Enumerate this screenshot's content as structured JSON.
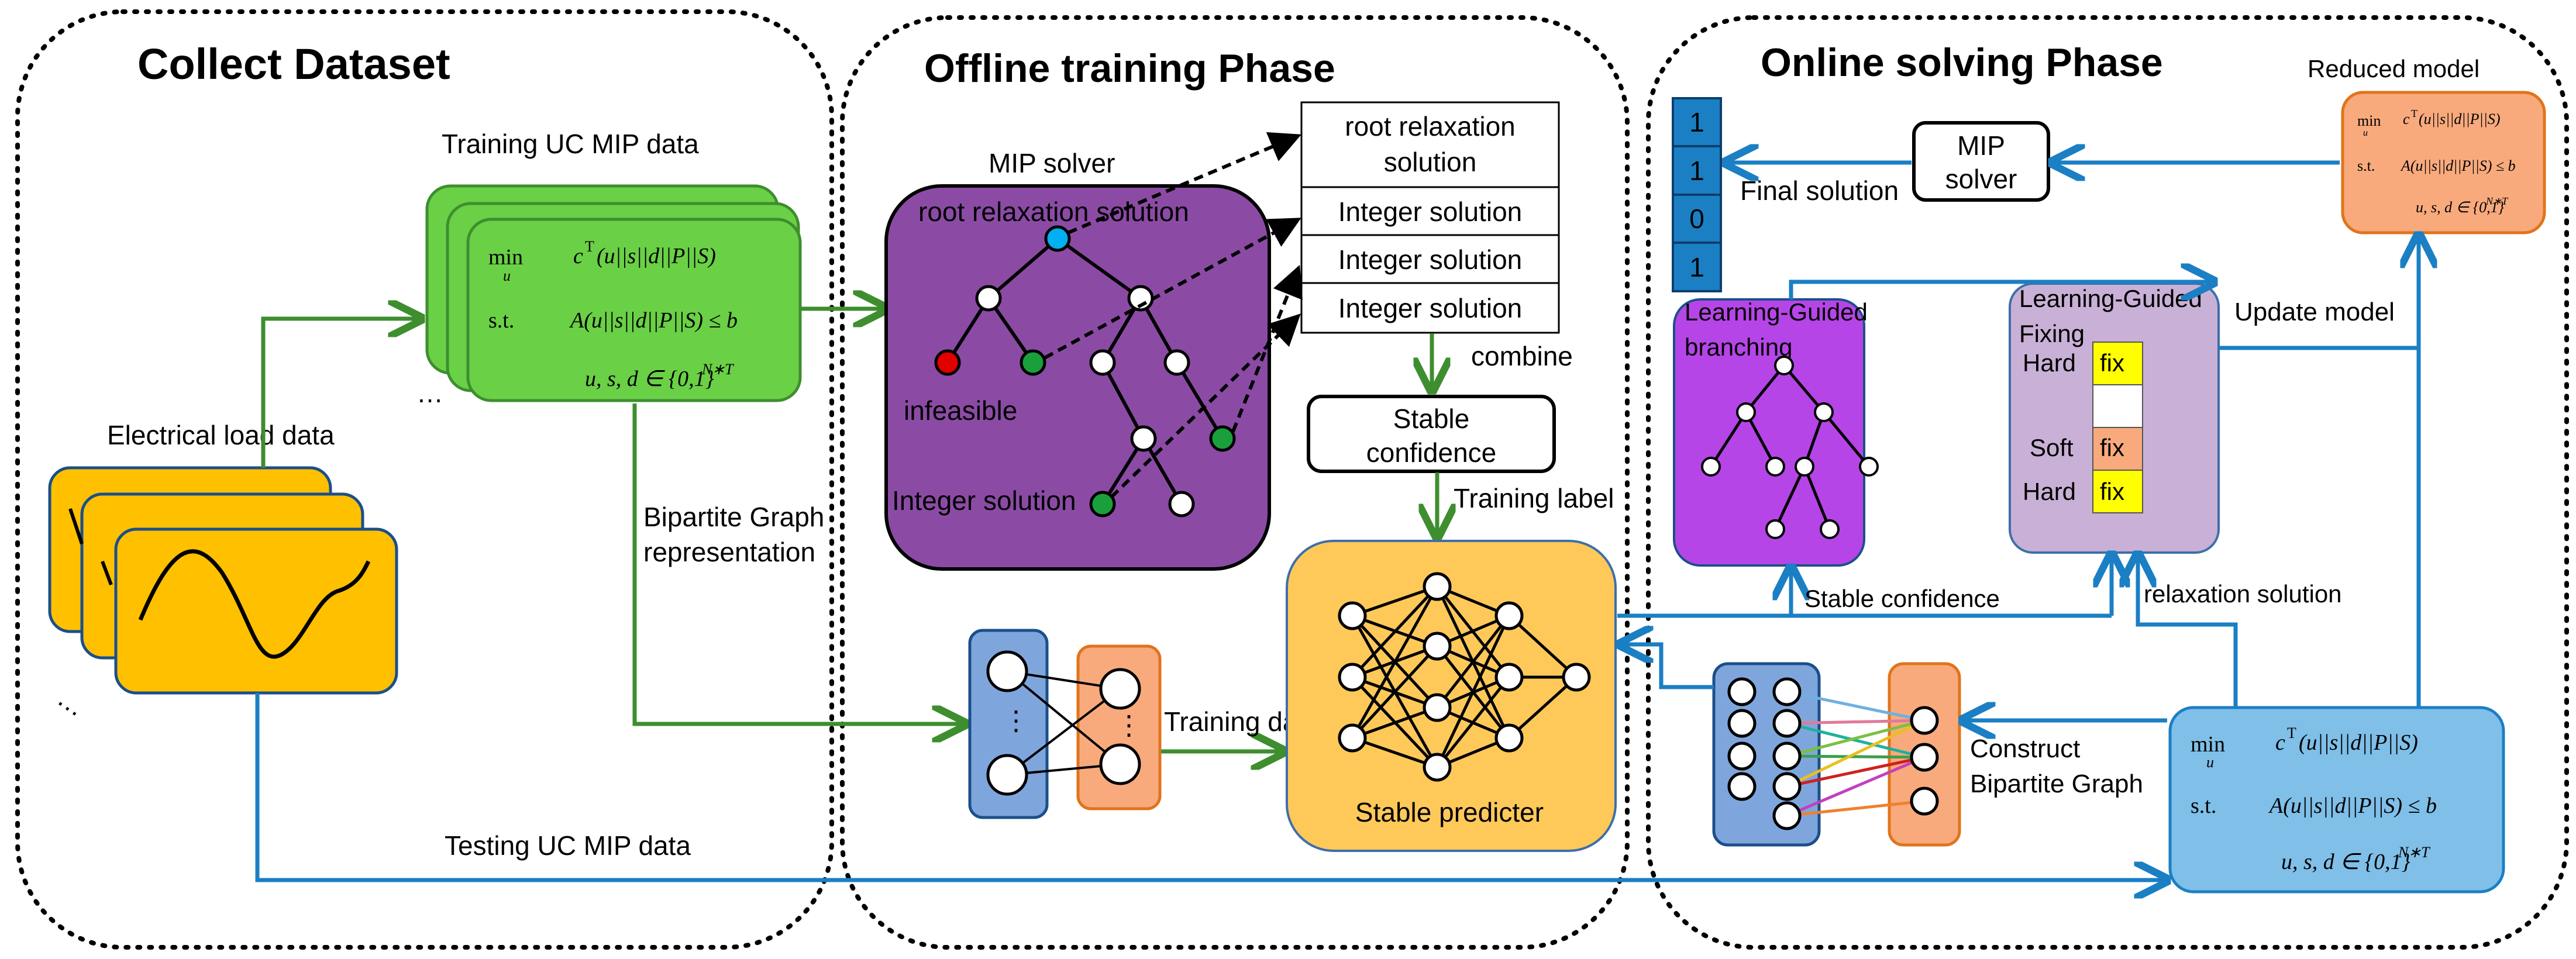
{
  "colors": {
    "green": "#3e8e2f",
    "blue": "#1b7fc4",
    "purple": "#8b4ba5",
    "orange_box": "#f8aa7d",
    "yellow": "#ffc000",
    "lightgreen": "#6ad046",
    "lightblue": "#7fbfe8",
    "magenta": "#b645e8",
    "lilac": "#c9b0d6",
    "node_blue": "#00b0f0",
    "node_red": "#e00000",
    "node_green": "#19a03c"
  },
  "sections": {
    "collect": "Collect Dataset",
    "offline": "Offline training Phase",
    "online": "Online solving Phase"
  },
  "collect": {
    "training_label": "Training UC MIP data",
    "electrical_label": "Electrical load data",
    "bipartite_label_1": "Bipartite Graph",
    "bipartite_label_2": "representation",
    "testing_label": "Testing UC MIP data",
    "ellipsis": "…"
  },
  "formula": {
    "min": "min",
    "min_sub": "u",
    "objective_c": "c",
    "objective_t": "T",
    "objective_args": "(u||s||d||P||S)",
    "st": "s.t.",
    "constraint": "A(u||s||d||P||S) ≤ b",
    "domain": "u, s, d ∈ {0,1}",
    "domain_sup": "N∗T"
  },
  "offline": {
    "mip_solver_label": "MIP solver",
    "root_relaxation_label": "root relaxation solution",
    "infeasible_label": "infeasible",
    "integer_solution_label": "Integer solution",
    "table_rows": [
      "root relaxation",
      "solution",
      "Integer solution",
      "Integer solution",
      "Integer solution"
    ],
    "combine_label": "combine",
    "stable_confidence_1": "Stable",
    "stable_confidence_2": "confidence",
    "training_label_text": "Training label",
    "training_data_label": "Training data",
    "stable_predicter_label": "Stable predicter",
    "vdots": "⋮"
  },
  "online": {
    "reduced_model_label": "Reduced model",
    "mip_solver_1": "MIP",
    "mip_solver_2": "solver",
    "final_solution_label": "Final solution",
    "solution_bits": [
      "1",
      "1",
      "0",
      "1"
    ],
    "lg_branching_1": "Learning-Guided",
    "lg_branching_2": "branching",
    "lg_fixing_1": "Learning-Guided",
    "lg_fixing_2": "Fixing",
    "update_model_label": "Update model",
    "hard_label": "Hard",
    "soft_label": "Soft",
    "fix_label": "fix",
    "stable_confidence_label": "Stable confidence",
    "relaxation_solution_label": "relaxation solution",
    "construct_label_1": "Construct",
    "construct_label_2": "Bipartite Graph"
  }
}
